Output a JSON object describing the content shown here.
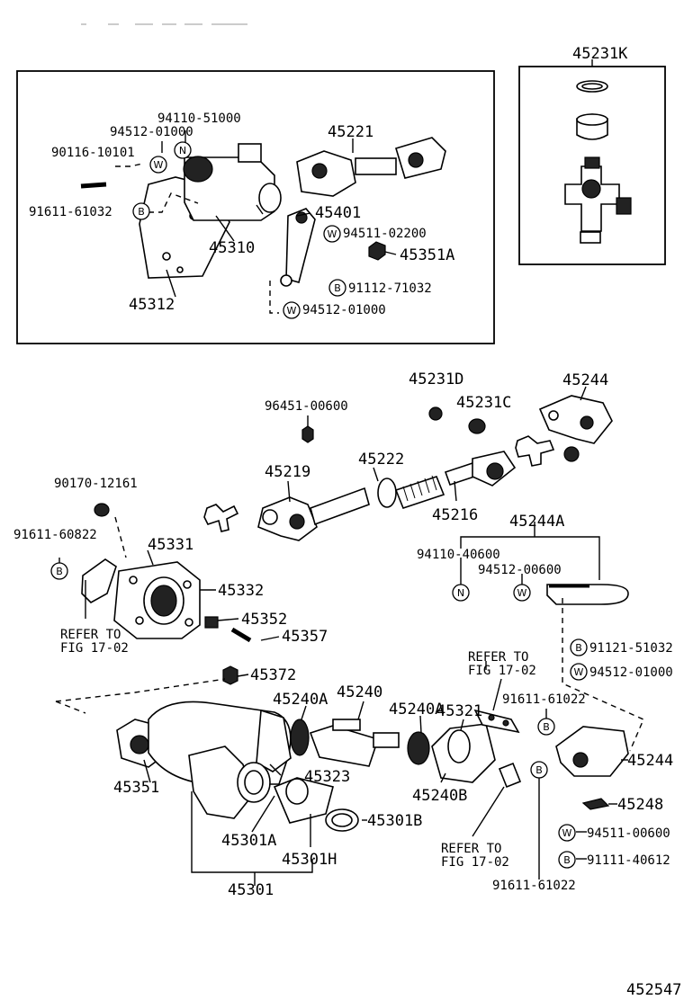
{
  "labels": {
    "p45231K": "45231K",
    "p94110_51000": "94110-51000",
    "p94512_01000_a": "94512-01000",
    "p90116_10101": "90116-10101",
    "p45221": "45221",
    "p91611_61032": "91611-61032",
    "p45401": "45401",
    "p94511_02200": "94511-02200",
    "p45310": "45310",
    "p45351A": "45351A",
    "p45312": "45312",
    "p91112_71032": "91112-71032",
    "p94512_01000_b": "94512-01000",
    "p45231D": "45231D",
    "p45244_top": "45244",
    "p45231C": "45231C",
    "p96451_00600": "96451-00600",
    "p45222": "45222",
    "p45219": "45219",
    "p90170_12161": "90170-12161",
    "p45216": "45216",
    "p45244A": "45244A",
    "p91611_60822": "91611-60822",
    "p45331": "45331",
    "p94110_40600": "94110-40600",
    "p94512_00600": "94512-00600",
    "p45332": "45332",
    "ref1_line1": "REFER TO",
    "ref1_line2": "FIG 17-02",
    "p45352": "45352",
    "p45357": "45357",
    "p91121_51032": "91121-51032",
    "ref2_line1": "REFER TO",
    "ref2_line2": "FIG 17-02",
    "p94512_01000_c": "94512-01000",
    "p45372": "45372",
    "p45240": "45240",
    "p45321": "45321",
    "p45240A_1": "45240A",
    "p91611_61022_a": "91611-61022",
    "p45240A_2": "45240A",
    "p45244_right": "45244",
    "p45351": "45351",
    "p45323": "45323",
    "p45240B": "45240B",
    "p45248": "45248",
    "p45301B": "45301B",
    "p94511_00600": "94511-00600",
    "p45301A": "45301A",
    "ref3_line1": "REFER TO",
    "ref3_line2": "FIG 17-02",
    "p91111_40612": "91111-40612",
    "p45301H": "45301H",
    "p45301": "45301",
    "p91611_61022_b": "91611-61022",
    "figure_id": "452547"
  },
  "markers": {
    "N": "N",
    "W": "W",
    "B": "B"
  }
}
